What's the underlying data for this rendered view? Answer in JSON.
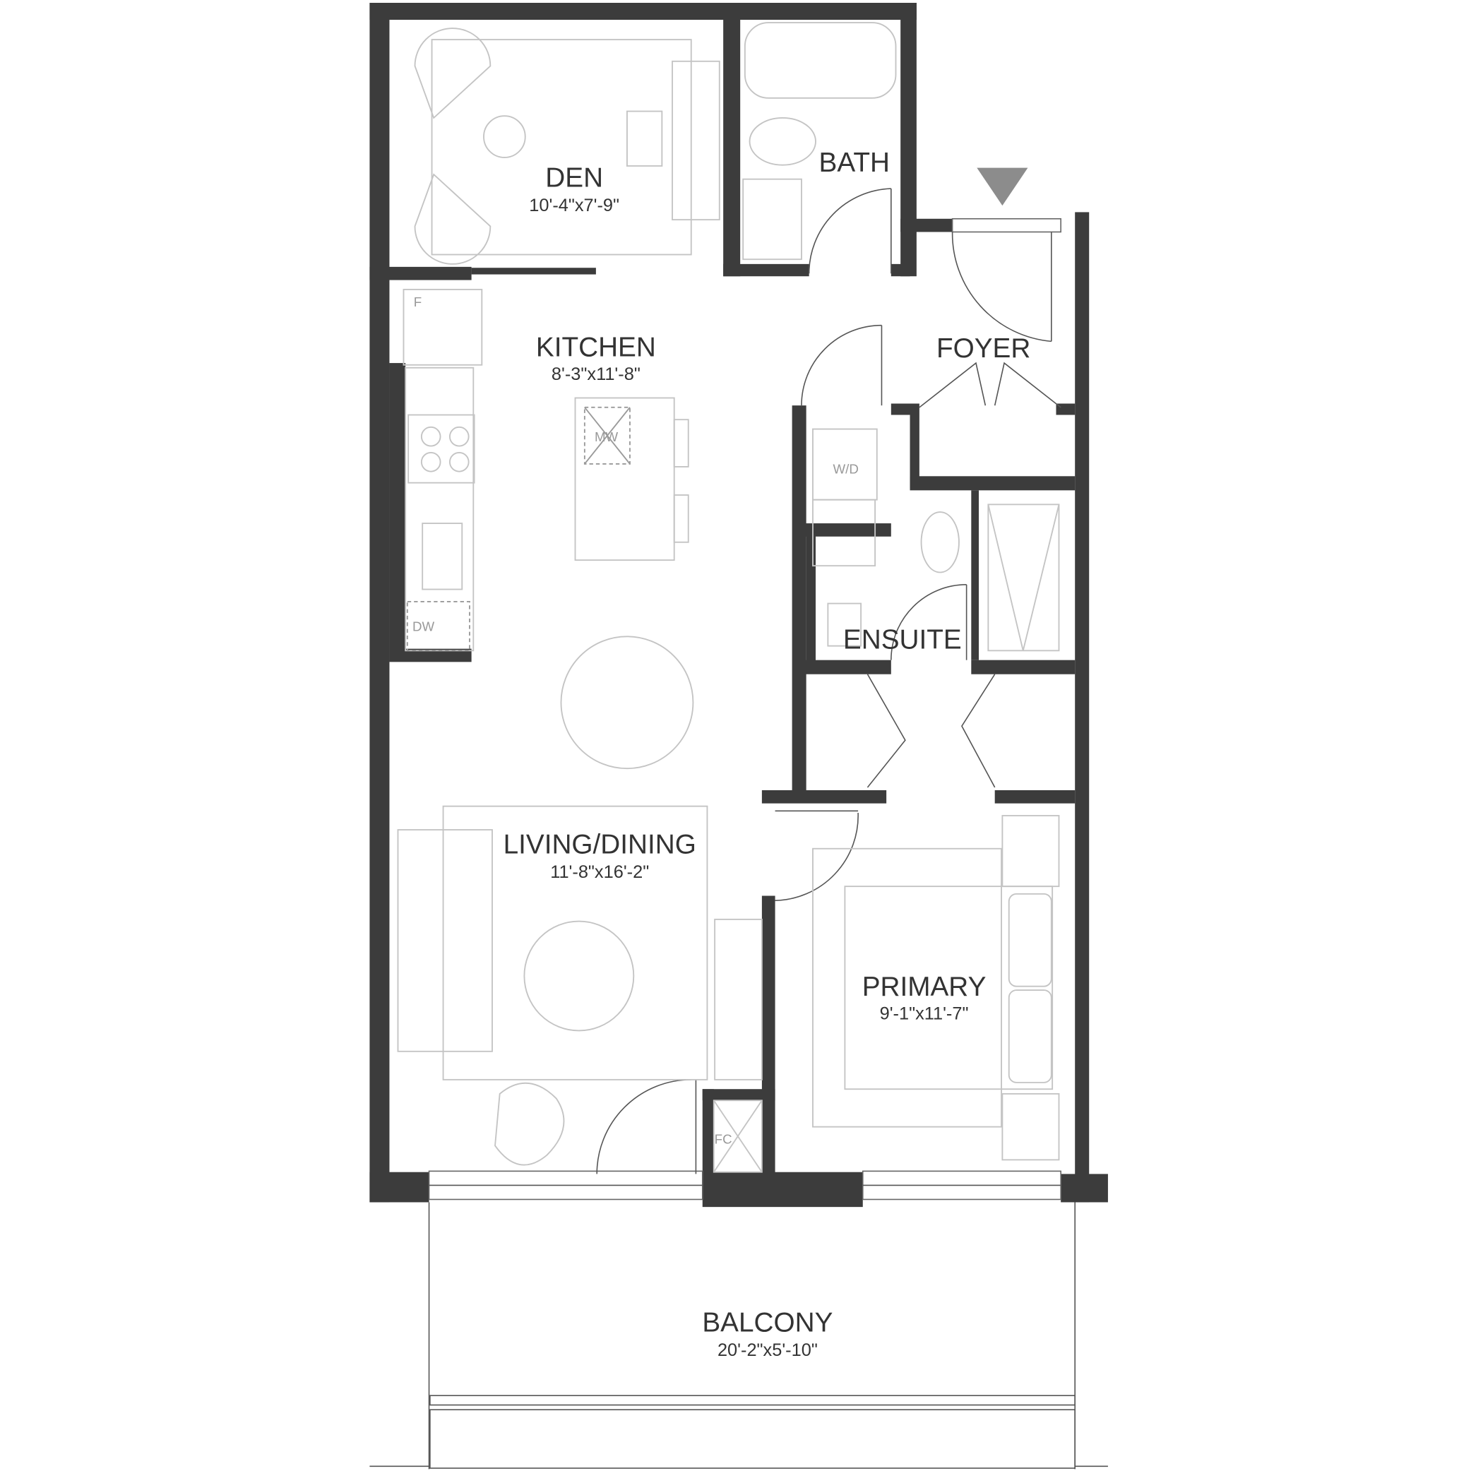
{
  "rooms": {
    "den": {
      "name": "DEN",
      "dims": "10'-4\"x7'-9\""
    },
    "bath": {
      "name": "BATH"
    },
    "kitchen": {
      "name": "KITCHEN",
      "dims": "8'-3\"x11'-8\""
    },
    "foyer": {
      "name": "FOYER"
    },
    "ensuite": {
      "name": "ENSUITE"
    },
    "living": {
      "name": "LIVING/DINING",
      "dims": "11'-8\"x16'-2\""
    },
    "primary": {
      "name": "PRIMARY",
      "dims": "9'-1\"x11'-7\""
    },
    "balcony": {
      "name": "BALCONY",
      "dims": "20'-2\"x5'-10\""
    }
  },
  "appliances": {
    "fridge": "F",
    "microwave": "MW",
    "washer_dryer": "W/D",
    "dishwasher": "DW",
    "fan_coil": "FC"
  },
  "colors": {
    "wall": "#3c3c3c",
    "entry_marker": "#8c8c8c",
    "furniture": "#c4c4c4"
  }
}
